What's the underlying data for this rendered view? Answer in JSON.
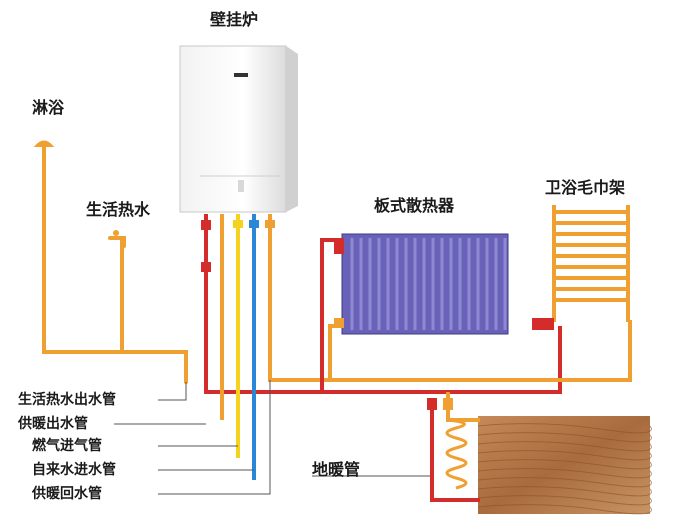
{
  "labels": {
    "boiler": "壁挂炉",
    "shower": "淋浴",
    "hot_tap": "生活热水",
    "radiator": "板式散热器",
    "towel_rack": "卫浴毛巾架",
    "floor_heating": "地暖管"
  },
  "pipe_legend": [
    "生活热水出水管",
    "供暖出水管",
    "燃气进气管",
    "自来水进水管",
    "供暖回水管"
  ],
  "colors": {
    "hot_water": "#f0a030",
    "heating_supply": "#d42b2b",
    "gas": "#f4d21f",
    "cold_water": "#2a86d6",
    "radiator": "#6a62b8",
    "towel_rack": "#f0a030",
    "wood": "#b87c4b"
  }
}
